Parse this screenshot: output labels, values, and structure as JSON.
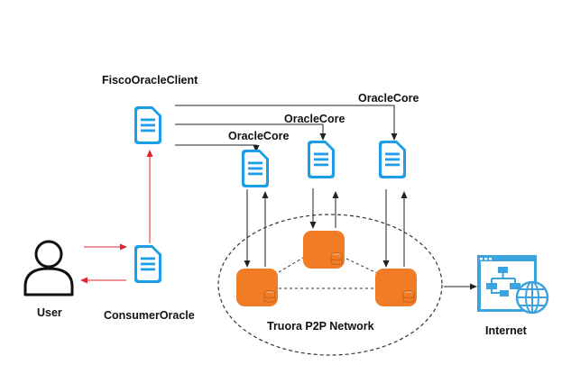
{
  "labels": {
    "fisco_client": "FiscoOracleClient",
    "oracle_core_1": "OracleCore",
    "oracle_core_2": "OracleCore",
    "oracle_core_3": "OracleCore",
    "user": "User",
    "consumer": "ConsumerOracle",
    "network": "Truora P2P Network",
    "internet": "Internet"
  },
  "icons": {
    "document": "document-icon",
    "database": "database-node-icon",
    "user": "user-icon",
    "internet": "internet-icon"
  },
  "colors": {
    "doc_blue": "#1E9EE6",
    "node_orange": "#F07D26",
    "node_orange_dark": "#C8611A",
    "arrow_red": "#E3242B",
    "arrow_black": "#222222",
    "internet_blue": "#3DA3DE"
  }
}
